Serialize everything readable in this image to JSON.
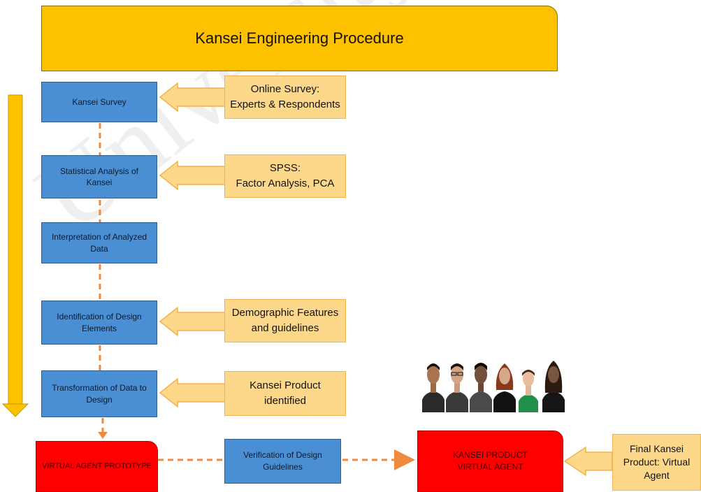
{
  "title": "Kansei Engineering Procedure",
  "steps": [
    {
      "label": "Kansei Survey"
    },
    {
      "label": "Statistical Analysis of Kansei"
    },
    {
      "label": "Interpretation of Analyzed Data"
    },
    {
      "label": "Identification of Design Elements"
    },
    {
      "label": "Transformation of Data to Design"
    }
  ],
  "inputs": [
    {
      "label": "Online Survey:\nExperts & Respondents"
    },
    {
      "label": "SPSS:\nFactor Analysis, PCA"
    },
    {
      "label": "Demographic Features\nand guidelines"
    },
    {
      "label": "Kansei Product\nidentified"
    }
  ],
  "prototype": {
    "label": "VIRTUAL AGENT PROTOTYPE"
  },
  "verification": {
    "label": "Verification of Design\nGuidelines"
  },
  "product": {
    "label": "KANSEI PRODUCT\nVIRTUAL AGENT"
  },
  "final": {
    "label": "Final Kansei\nProduct: Virtual\nAgent"
  },
  "colors": {
    "header": "#fdc100",
    "step": "#4a8fd4",
    "input": "#fdd78a",
    "red": "#ff0000",
    "connector": "#f08a3c"
  },
  "avatars": [
    "male-avatar",
    "male-avatar-glasses",
    "male-avatar",
    "female-avatar-red-hair",
    "female-avatar",
    "female-avatar-dark"
  ]
}
